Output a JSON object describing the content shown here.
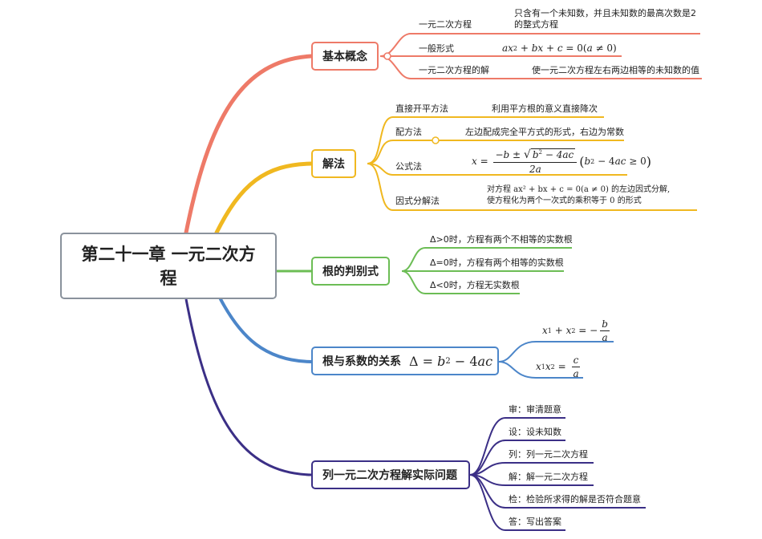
{
  "root": {
    "title": "第二十一章 一元二次方程"
  },
  "colors": {
    "basic": "#ee7a68",
    "solve": "#f0b820",
    "disc": "#6cbd55",
    "relation": "#4c86c9",
    "word": "#3b2f86",
    "root_border": "#8a929c"
  },
  "branches": {
    "basic": {
      "label": "基本概念",
      "items": [
        {
          "label": "一元二次方程",
          "desc": "只含有一个未知数，并且未知数的最高次数是2的整式方程"
        },
        {
          "label": "一般形式",
          "formula": "ax² + bx + c = 0(a ≠ 0)"
        },
        {
          "label": "一元二次方程的解",
          "desc": "使一元二次方程左右两边相等的未知数的值"
        }
      ]
    },
    "solve": {
      "label": "解法",
      "items": [
        {
          "label": "直接开平方法",
          "desc": "利用平方根的意义直接降次"
        },
        {
          "label": "配方法",
          "desc": "左边配成完全平方式的形式，右边为常数"
        },
        {
          "label": "公式法",
          "formula": "x = (−b ± √(b² − 4ac)) / 2a (b² − 4ac ≥ 0)"
        },
        {
          "label": "因式分解法",
          "desc_line1": "对方程 ax² + bx + c = 0(a ≠ 0) 的左边因式分解,",
          "desc_line2": "使方程化为两个一次式的乘积等于 0 的形式"
        }
      ]
    },
    "disc": {
      "label": "根的判别式",
      "items": [
        {
          "label": "Δ>0时，方程有两个不相等的实数根"
        },
        {
          "label": "Δ=0时，方程有两个相等的实数根"
        },
        {
          "label": "Δ<0时，方程无实数根"
        }
      ]
    },
    "relation": {
      "label": "根与系数的关系",
      "formula": "Δ = b² − 4ac",
      "items": [
        {
          "formula": "x₁ + x₂ = −b/a"
        },
        {
          "formula": "x₁x₂ = c/a"
        }
      ]
    },
    "word": {
      "label": "列一元二次方程解实际问题",
      "items": [
        {
          "label": "审：审清题意"
        },
        {
          "label": "设：设未知数"
        },
        {
          "label": "列：列一元二次方程"
        },
        {
          "label": "解：解一元二次方程"
        },
        {
          "label": "检：检验所求得的解是否符合题意"
        },
        {
          "label": "答：写出答案"
        }
      ]
    }
  }
}
